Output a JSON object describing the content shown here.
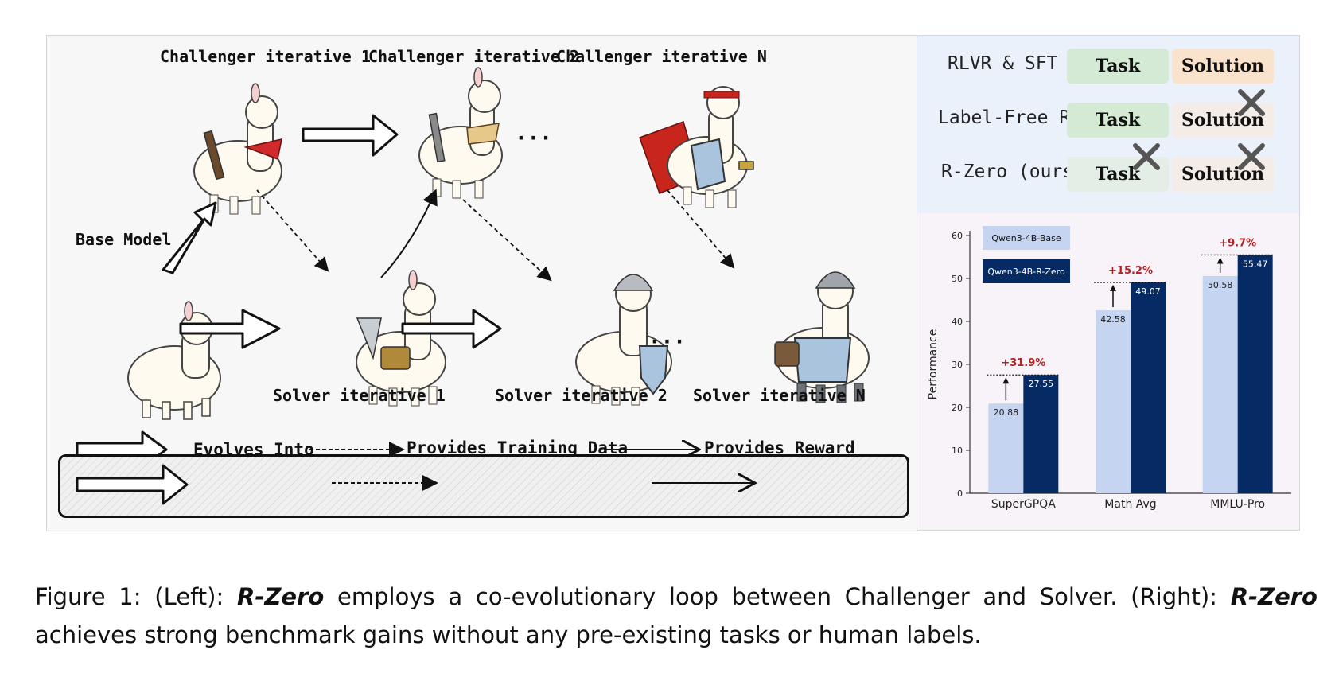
{
  "diagram": {
    "challenger_labels": [
      "Challenger iterative 1",
      "Challenger iterative 2",
      "Challenger iterative N"
    ],
    "solver_labels": [
      "Solver iterative 1",
      "Solver iterative 2",
      "Solver iterative N"
    ],
    "base_model_label": "Base Model",
    "ellipsis": "···",
    "legend": {
      "evolves": "Evolves Into",
      "training": "Provides Training Data",
      "reward": "Provides Reward"
    }
  },
  "comparison": {
    "rows": [
      {
        "label": "RLVR & SFT",
        "task": "Task",
        "solution": "Solution",
        "task_crossed": false,
        "solution_crossed": false
      },
      {
        "label": "Label-Free RL",
        "task": "Task",
        "solution": "Solution",
        "task_crossed": false,
        "solution_crossed": true
      },
      {
        "label": "R-Zero (ours)",
        "task": "Task",
        "solution": "Solution",
        "task_crossed": true,
        "solution_crossed": true
      }
    ],
    "colors": {
      "task": "#d5ead5",
      "solution": "#fae3cc",
      "task_faded": "#e3eee6",
      "solution_faded": "#f3ece7"
    }
  },
  "chart_data": {
    "type": "bar",
    "categories": [
      "SuperGPQA",
      "Math Avg",
      "MMLU-Pro"
    ],
    "series": [
      {
        "name": "Qwen3-4B-Base",
        "values": [
          20.88,
          42.58,
          50.58
        ],
        "color": "#c5d4f0"
      },
      {
        "name": "Qwen3-4B-R-Zero",
        "values": [
          27.55,
          49.07,
          55.47
        ],
        "color": "#062b64"
      }
    ],
    "value_labels": [
      [
        "20.88",
        "42.58",
        "50.58"
      ],
      [
        "27.55",
        "49.07",
        "55.47"
      ]
    ],
    "gains": [
      "+31.9%",
      "+15.2%",
      "+9.7%"
    ],
    "ylabel": "Performance",
    "yticks": [
      "0",
      "10",
      "20",
      "30",
      "40",
      "50",
      "60"
    ],
    "ylim": [
      0,
      60
    ],
    "legend_position": "top-left",
    "gain_color": "#b22222"
  },
  "caption": {
    "prefix": "Figure 1: (Left): ",
    "em1": "R-Zero",
    "mid": " employs a co-evolutionary loop between Challenger and Solver. (Right): ",
    "em2": "R-Zero",
    "suffix": " achieves strong benchmark gains without any pre-existing tasks or human labels."
  }
}
